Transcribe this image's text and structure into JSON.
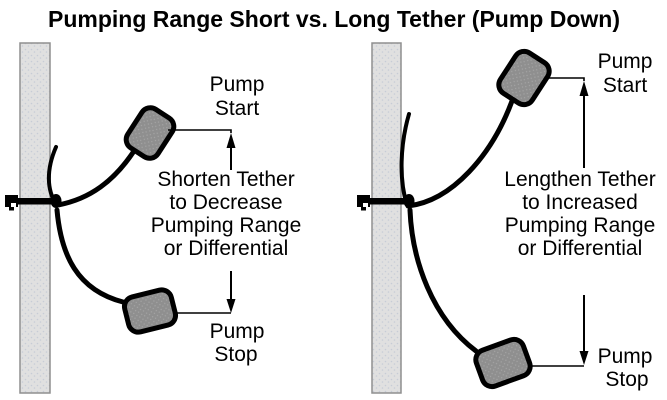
{
  "title": "Pumping Range Short vs. Long Tether (Pump Down)",
  "colors": {
    "background": "#ffffff",
    "ink": "#000000",
    "pipe_fill": "#e0e0e0",
    "pipe_dot": "#c7ccd6",
    "pipe_border": "#8f8f8f",
    "float_fill": "#8f8f8f",
    "float_dot": "#aaaaaa",
    "notch": "#ffffff"
  },
  "left_diagram": {
    "pump_start_line1": "Pump",
    "pump_start_line2": "Start",
    "note_line1": "Shorten Tether",
    "note_line2": "to Decrease",
    "note_line3": "Pumping Range",
    "note_line4": "or Differential",
    "pump_stop_line1": "Pump",
    "pump_stop_line2": "Stop"
  },
  "right_diagram": {
    "pump_start_line1": "Pump",
    "pump_start_line2": "Start",
    "note_line1": "Lengthen Tether",
    "note_line2": "to Increased",
    "note_line3": "Pumping Range",
    "note_line4": "or Differential",
    "pump_stop_line1": "Pump",
    "pump_stop_line2": "Stop"
  }
}
